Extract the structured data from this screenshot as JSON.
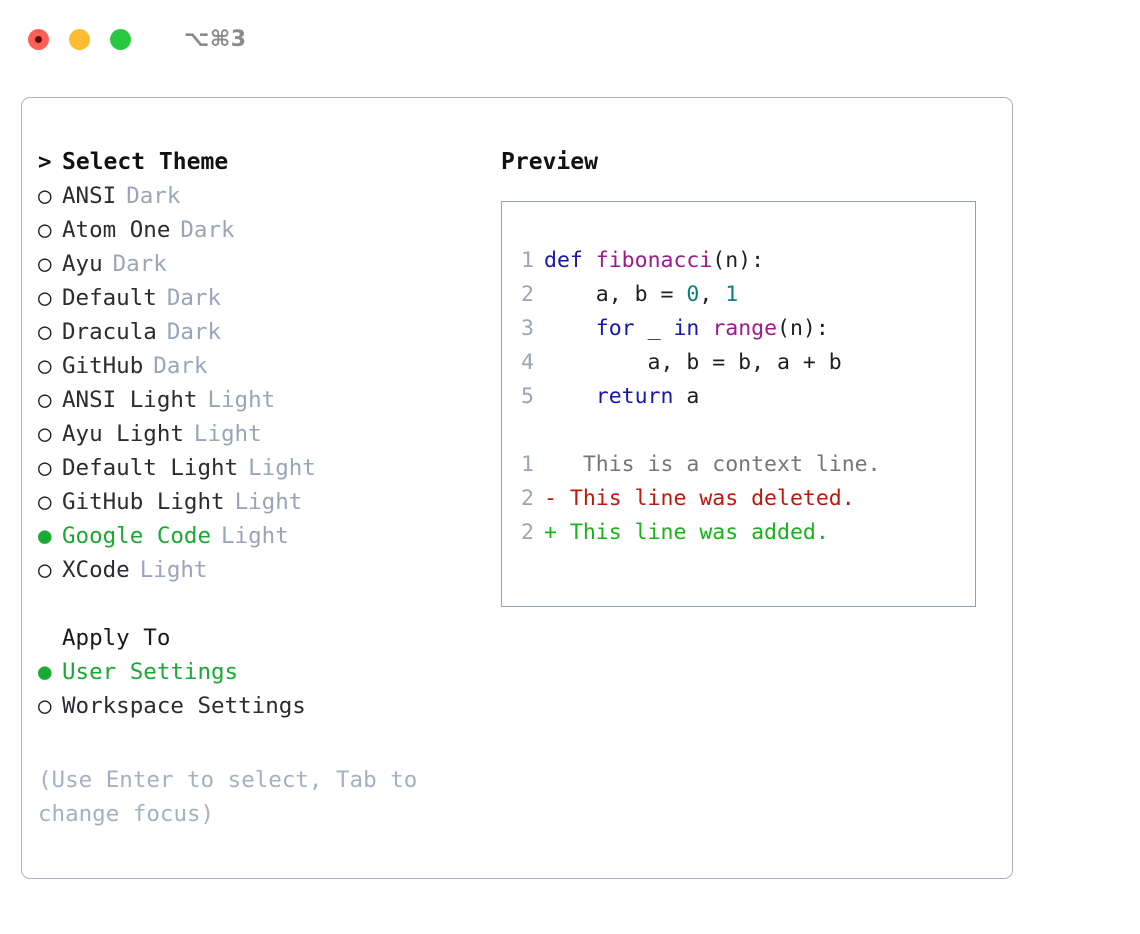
{
  "window": {
    "shortcut": "⌥⌘3",
    "traffic_lights": [
      {
        "name": "close",
        "color": "#ff5f57"
      },
      {
        "name": "minimize",
        "color": "#febc2e"
      },
      {
        "name": "maximize",
        "color": "#28c840"
      }
    ]
  },
  "theme_picker": {
    "header_marker": ">",
    "header": "Select Theme",
    "selected_marker": "●",
    "unselected_marker": "○",
    "selected_color": "#1aa934",
    "tag_color": "#9aa5b8",
    "items": [
      {
        "marker": "○",
        "name": "ANSI",
        "tag": "Dark",
        "selected": false
      },
      {
        "marker": "○",
        "name": "Atom One",
        "tag": "Dark",
        "selected": false
      },
      {
        "marker": "○",
        "name": "Ayu",
        "tag": "Dark",
        "selected": false
      },
      {
        "marker": "○",
        "name": "Default",
        "tag": "Dark",
        "selected": false
      },
      {
        "marker": "○",
        "name": "Dracula",
        "tag": "Dark",
        "selected": false
      },
      {
        "marker": "○",
        "name": "GitHub",
        "tag": "Dark",
        "selected": false
      },
      {
        "marker": "○",
        "name": "ANSI Light",
        "tag": "Light",
        "selected": false
      },
      {
        "marker": "○",
        "name": "Ayu Light",
        "tag": "Light",
        "selected": false
      },
      {
        "marker": "○",
        "name": "Default Light",
        "tag": "Light",
        "selected": false
      },
      {
        "marker": "○",
        "name": "GitHub Light",
        "tag": "Light",
        "selected": false
      },
      {
        "marker": "●",
        "name": "Google Code",
        "tag": "Light",
        "selected": true
      },
      {
        "marker": "○",
        "name": "XCode",
        "tag": "Light",
        "selected": false
      }
    ]
  },
  "apply_to": {
    "label": "Apply To",
    "items": [
      {
        "marker": "●",
        "name": "User Settings",
        "selected": true
      },
      {
        "marker": "○",
        "name": "Workspace Settings",
        "selected": false
      }
    ]
  },
  "hint": "(Use Enter to select, Tab to change focus)",
  "preview": {
    "title": "Preview",
    "code": [
      {
        "lineno": "1",
        "tokens": [
          {
            "t": "def",
            "c": "kw"
          },
          {
            "t": " ",
            "c": "plain"
          },
          {
            "t": "fibonacci",
            "c": "fn"
          },
          {
            "t": "(n):",
            "c": "plain"
          }
        ]
      },
      {
        "lineno": "2",
        "tokens": [
          {
            "t": "    a, b = ",
            "c": "plain"
          },
          {
            "t": "0",
            "c": "num"
          },
          {
            "t": ", ",
            "c": "plain"
          },
          {
            "t": "1",
            "c": "num"
          }
        ]
      },
      {
        "lineno": "3",
        "tokens": [
          {
            "t": "    ",
            "c": "plain"
          },
          {
            "t": "for",
            "c": "kw"
          },
          {
            "t": " _ ",
            "c": "plain"
          },
          {
            "t": "in",
            "c": "kw"
          },
          {
            "t": " ",
            "c": "plain"
          },
          {
            "t": "range",
            "c": "fn"
          },
          {
            "t": "(n):",
            "c": "plain"
          }
        ]
      },
      {
        "lineno": "4",
        "tokens": [
          {
            "t": "        a, b = b, a + b",
            "c": "plain"
          }
        ]
      },
      {
        "lineno": "5",
        "tokens": [
          {
            "t": "    ",
            "c": "plain"
          },
          {
            "t": "return",
            "c": "kw"
          },
          {
            "t": " a",
            "c": "plain"
          }
        ]
      }
    ],
    "diff": [
      {
        "lineno": "1",
        "sign": " ",
        "text": "  This is a context line.",
        "kind": "d-ctx"
      },
      {
        "lineno": "2",
        "sign": "-",
        "text": " This line was deleted.",
        "kind": "d-del"
      },
      {
        "lineno": "2",
        "sign": "+",
        "text": " This line was added.",
        "kind": "d-add"
      }
    ],
    "diff_colors": {
      "context": "#767676",
      "deleted": "#c0170c",
      "added": "#15b517"
    }
  }
}
